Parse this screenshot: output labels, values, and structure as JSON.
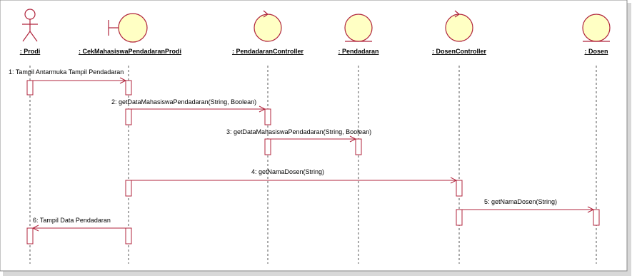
{
  "diagram": {
    "participants": [
      {
        "id": "prodi",
        "label": ": Prodi",
        "kind": "actor"
      },
      {
        "id": "cek",
        "label": ": CekMahasiswaPendadaranProdi",
        "kind": "boundary"
      },
      {
        "id": "pctrl",
        "label": ": PendadaranController",
        "kind": "control"
      },
      {
        "id": "pend",
        "label": ": Pendadaran",
        "kind": "entity"
      },
      {
        "id": "dctrl",
        "label": ": DosenController",
        "kind": "control"
      },
      {
        "id": "dosen",
        "label": ": Dosen",
        "kind": "entity"
      }
    ],
    "messages": [
      {
        "id": "m1",
        "label": "1: Tampil Antarmuka Tampil Pendadaran",
        "from": "prodi",
        "to": "cek"
      },
      {
        "id": "m2",
        "label": "2: getDataMahasiswaPendadaran(String, Boolean)",
        "from": "cek",
        "to": "pctrl"
      },
      {
        "id": "m3",
        "label": "3: getDataMahasiswaPendadaran(String, Boolean)",
        "from": "pctrl",
        "to": "pend"
      },
      {
        "id": "m4",
        "label": "4: getNamaDosen(String)",
        "from": "cek",
        "to": "dctrl"
      },
      {
        "id": "m5",
        "label": "5: getNamaDosen(String)",
        "from": "dctrl",
        "to": "dosen"
      },
      {
        "id": "m6",
        "label": "6: Tampil Data Pendadaran",
        "from": "cek",
        "to": "prodi"
      }
    ],
    "colors": {
      "stroke": "#b0243c",
      "fill": "#ffffc4",
      "lifeline": "#555555"
    }
  }
}
